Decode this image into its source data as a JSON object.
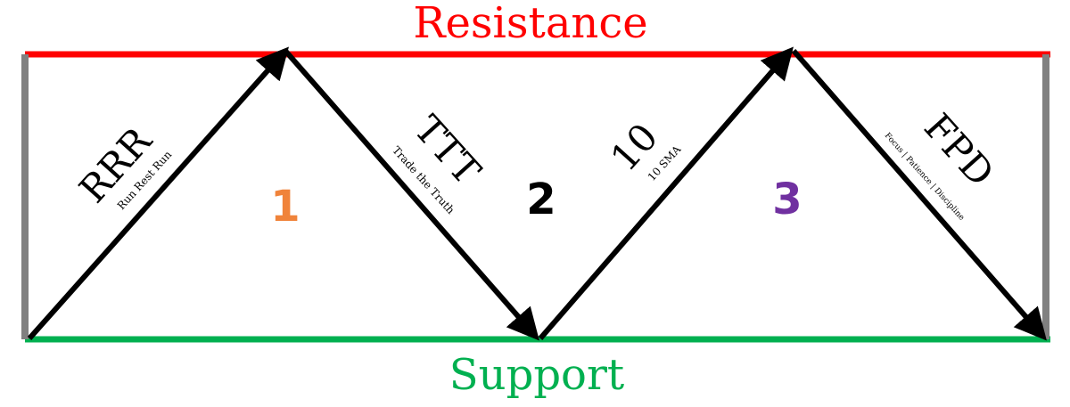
{
  "labels": {
    "resistance": "Resistance",
    "support": "Support"
  },
  "legs": [
    {
      "big": "RRR",
      "small": "Run Rest Run"
    },
    {
      "big": "TTT",
      "small": "Trade the Truth"
    },
    {
      "big": "10",
      "small": "10 SMA"
    },
    {
      "big": "FPD",
      "small": "Focus | Patience | Discipline"
    }
  ],
  "zones": [
    {
      "number": "1",
      "color": "#f0833a"
    },
    {
      "number": "2",
      "color": "#000000"
    },
    {
      "number": "3",
      "color": "#7030a0"
    }
  ],
  "colors": {
    "resistance_line": "#ff0000",
    "resistance_text": "#ff0000",
    "support_line": "#00b050",
    "support_text": "#00b050",
    "side_bars": "#808080",
    "arrows": "#000000"
  }
}
